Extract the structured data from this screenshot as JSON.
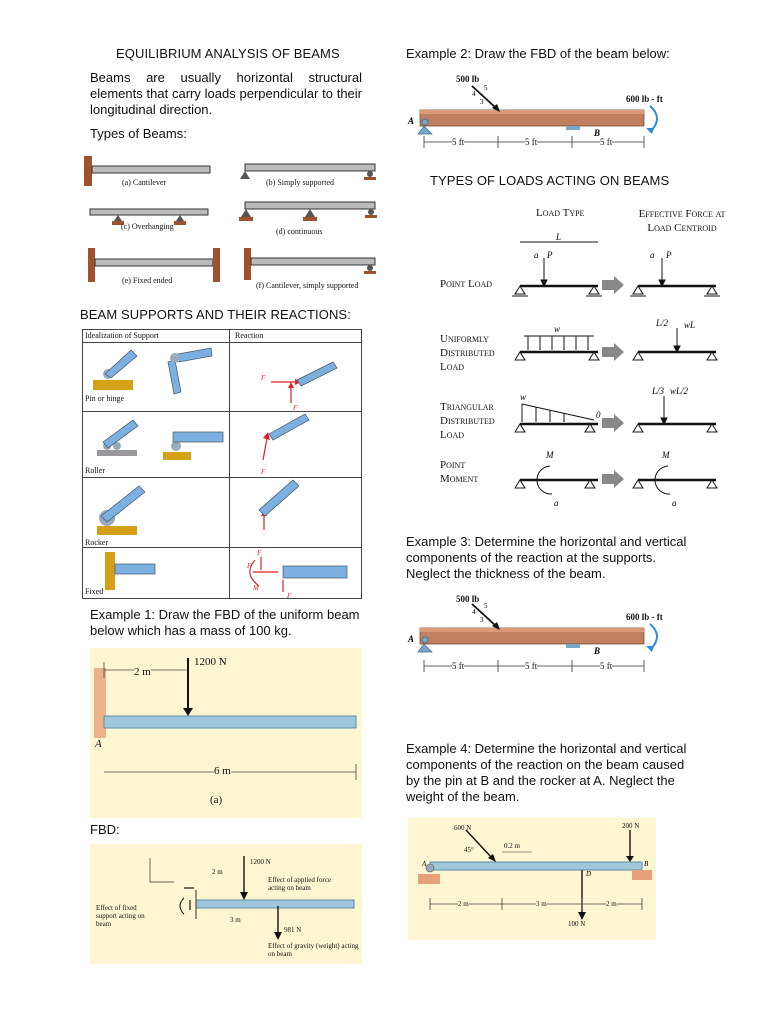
{
  "left": {
    "title": "EQUILIBRIUM ANALYSIS OF BEAMS",
    "intro": "Beams are usually horizontal structural elements that carry loads perpendicular to their longitudinal direction.",
    "types_heading": "Types of Beams:",
    "beam_types": [
      "(a) Cantilever",
      "(b) Simply supported",
      "(c) Overhanging",
      "(d) continuous",
      "(e) Fixed ended",
      "(f) Cantilever, simply supported"
    ],
    "supports_heading": "BEAM SUPPORTS AND THEIR REACTIONS:",
    "support_table": {
      "col1": "Idealization of Support",
      "col2": "Reaction",
      "rows": [
        "Pin or hinge",
        "Roller",
        "Rocker",
        "Fixed"
      ]
    },
    "example1": {
      "label": "Example 1",
      "text": ": Draw the FBD of the uniform beam below which has a mass of 100 kg.",
      "force": "1200 N",
      "dist1": "2 m",
      "dist2": "6 m",
      "point": "A",
      "caption": "(a)"
    },
    "fbd": {
      "label": "FBD:",
      "force": "1200 N",
      "d1": "2 m",
      "d2": "3 m",
      "weight": "981 N",
      "applied": "Effect of applied force acting on beam",
      "fixed": "Effect of fixed support acting on beam",
      "gravity": "Effect of gravity (weight) acting on beam"
    }
  },
  "right": {
    "example2": {
      "label": "Example 2",
      "text": ": Draw the FBD of the beam below:",
      "force": "500 lb",
      "moment": "600 lb - ft",
      "dims": [
        "5 ft",
        "5 ft",
        "5 ft"
      ]
    },
    "loads_heading": "TYPES OF LOADS ACTING ON BEAMS",
    "load_type_col": "Load Type",
    "effective_col": "Effective Force at Load Centroid",
    "loads": [
      "Point Load",
      "Uniformly Distributed Load",
      "Triangular Distributed Load",
      "Point Moment"
    ],
    "example3": {
      "label": "Example 3",
      "text": ": Determine the horizontal and vertical components of the reaction at the supports. Neglect the thickness of the beam.",
      "force": "500 lb",
      "moment": "600 lb - ft",
      "dims": [
        "5 ft",
        "5 ft",
        "5 ft"
      ]
    },
    "example4": {
      "label": "Example 4:",
      "text": " Determine the horizontal and vertical components of the reaction on the beam caused by the pin at B and the rocker at A. Neglect the weight of the beam.",
      "f1": "600 N",
      "f2": "200 N",
      "f3": "100 N",
      "angle": "45°",
      "offset": "0.2 m",
      "dims": [
        "2 m",
        "3 m",
        "2 m"
      ]
    }
  }
}
